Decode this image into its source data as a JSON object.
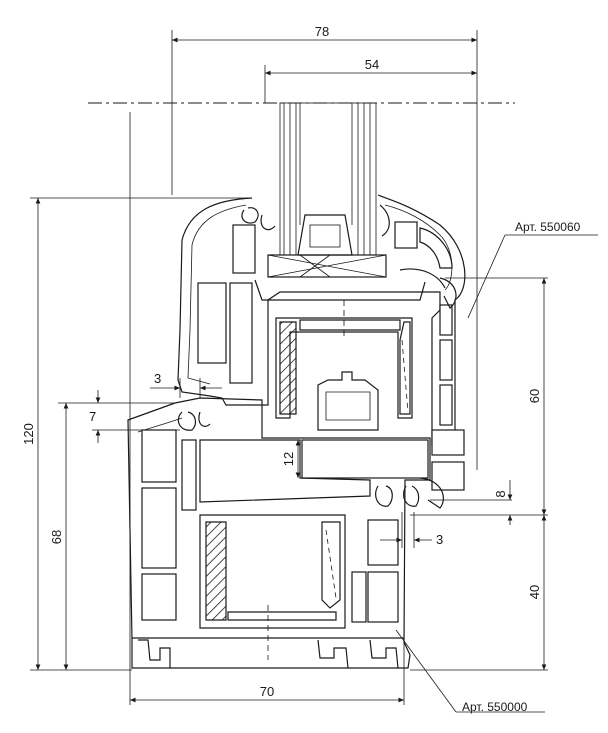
{
  "dimensions": {
    "overall_width": "78",
    "glass_width": "54",
    "overall_height": "120",
    "frame_height": "68",
    "sash_overlap": "7",
    "gap_left": "3",
    "rebate": "12",
    "sash_gap": "8",
    "gap_right": "3",
    "sash_height": "60",
    "frame_lower": "40",
    "frame_width": "70"
  },
  "articles": {
    "sash": "Арт. 550060",
    "frame": "Арт. 550000"
  },
  "colors": {
    "line": "#1a1a1a",
    "background": "#ffffff"
  }
}
